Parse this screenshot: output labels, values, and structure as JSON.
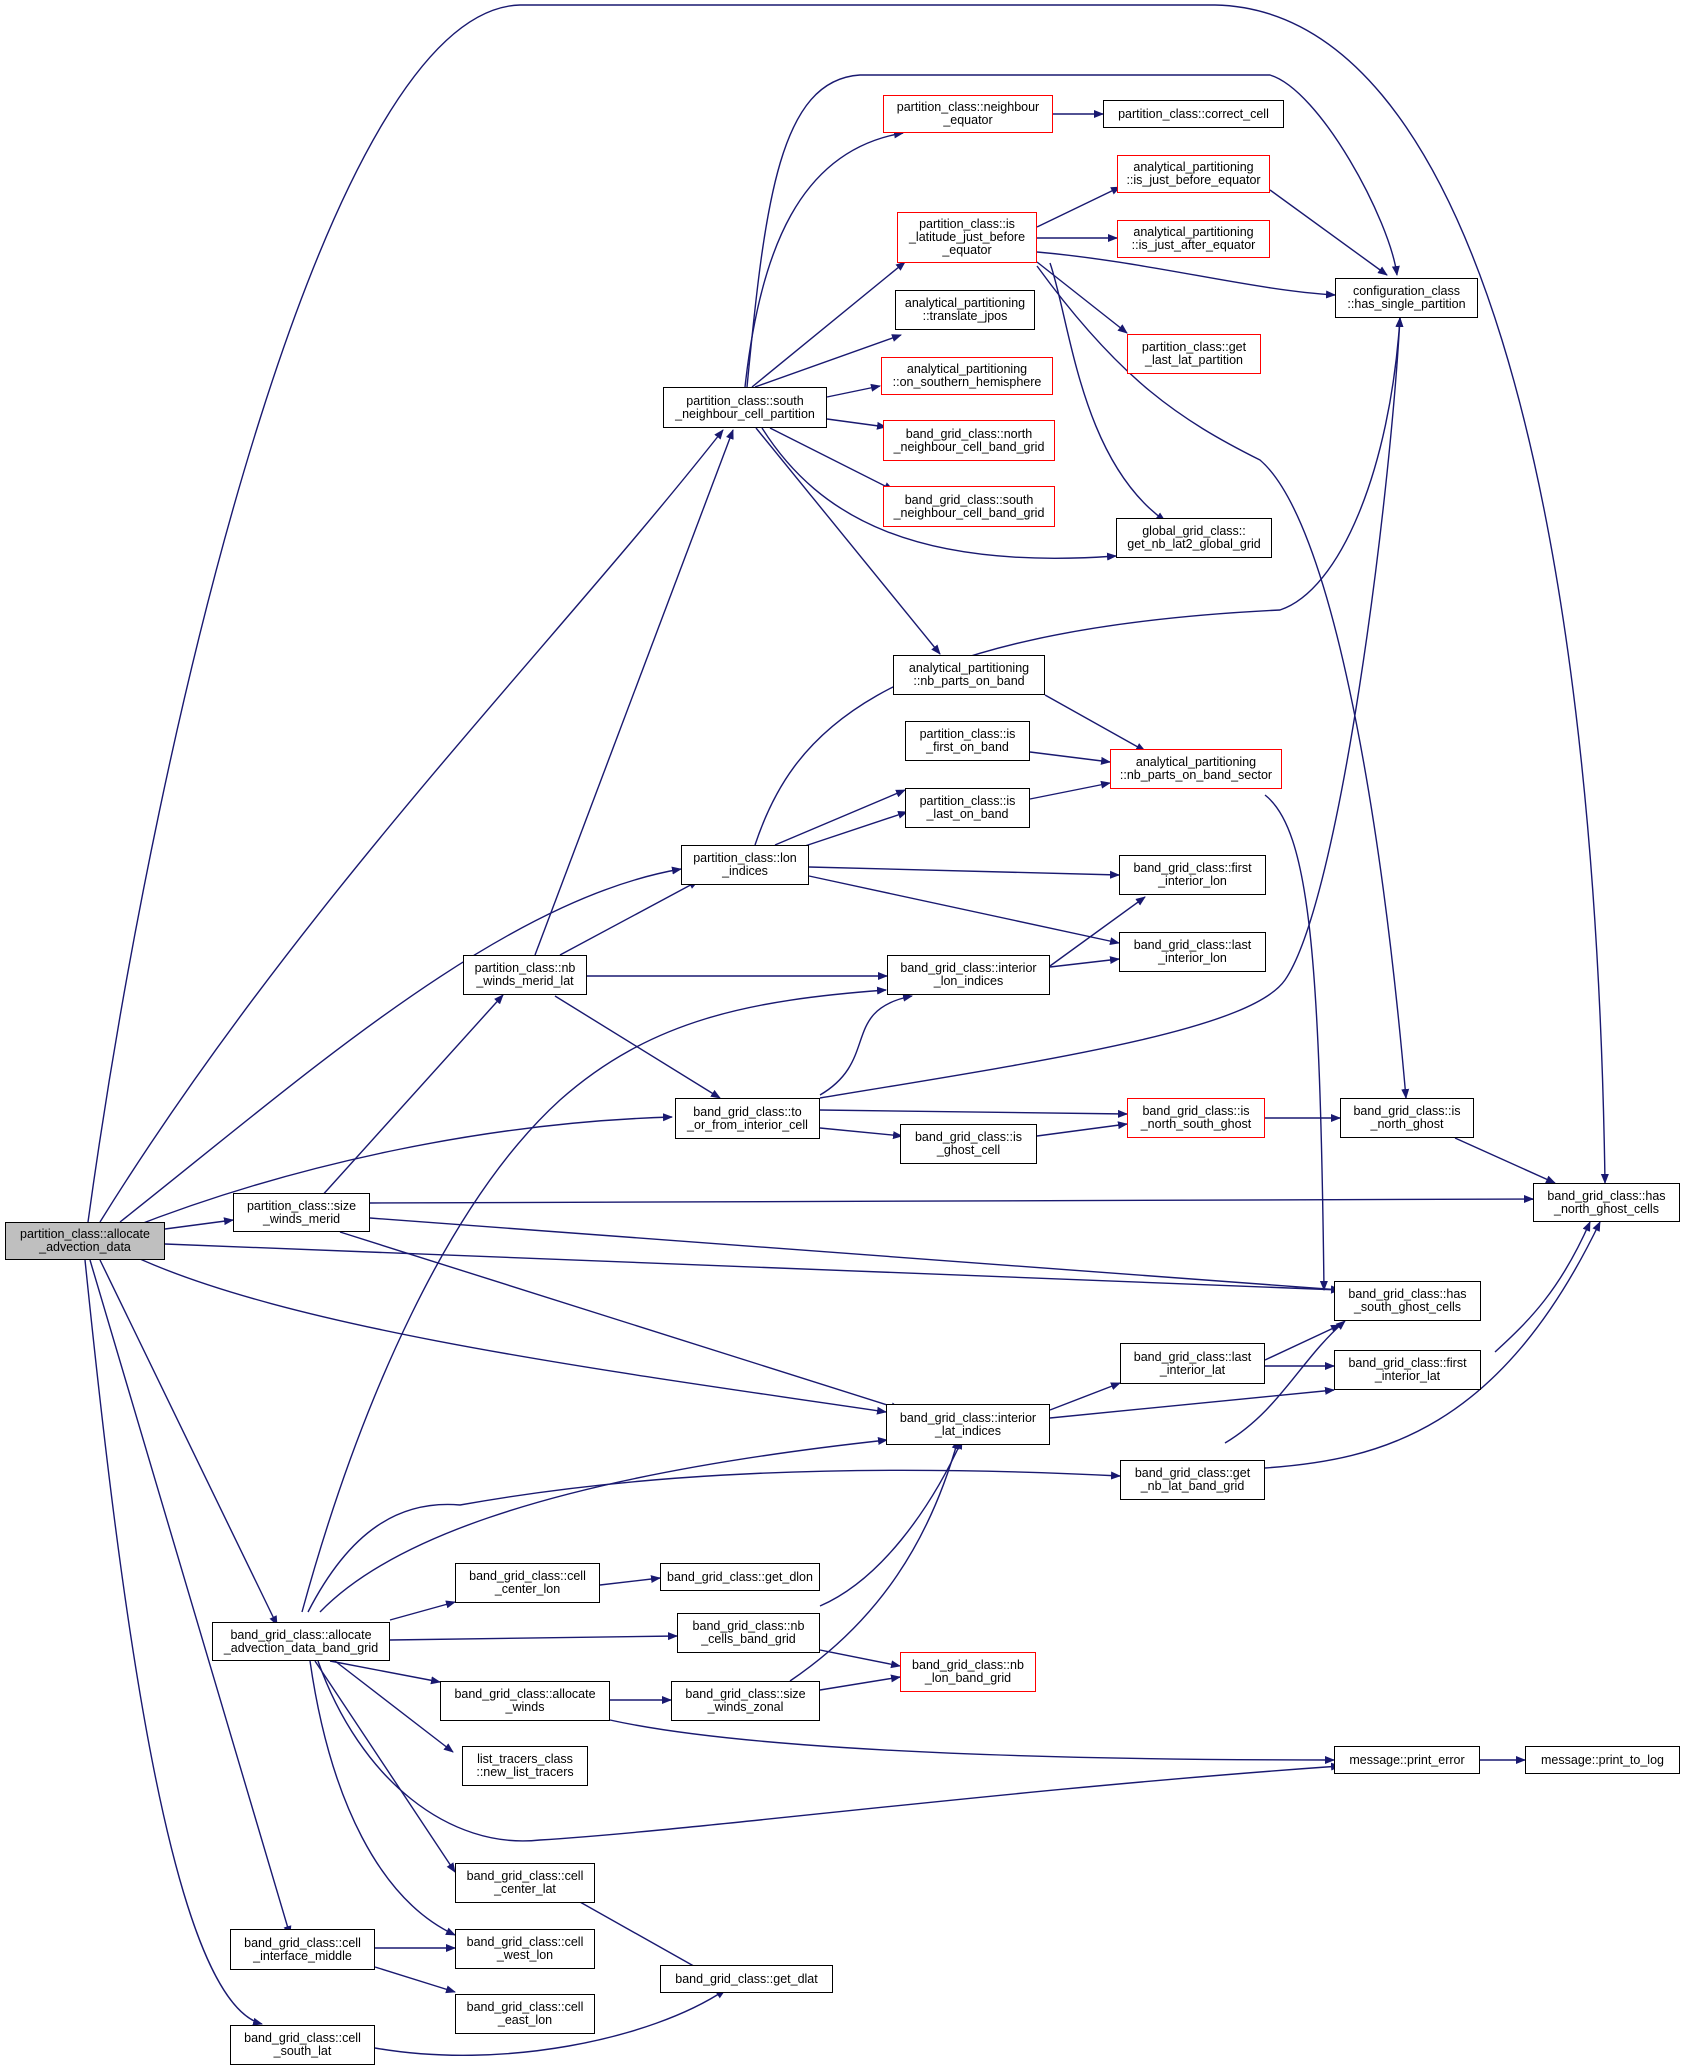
{
  "colors": {
    "edge": "#191970",
    "node_border": "#000000",
    "incomplete_border": "#ff0000",
    "root_fill": "#bfbfbf"
  },
  "nodes": {
    "root": [
      "partition_class::allocate",
      "_advection_data"
    ],
    "south_neigh": [
      "partition_class::south",
      "_neighbour_cell_partition"
    ],
    "neighbour_eq": [
      "partition_class::neighbour",
      "_equator"
    ],
    "correct_cell": [
      "partition_class::correct_cell"
    ],
    "is_lat_before": [
      "partition_class::is",
      "_latitude_just_before",
      "_equator"
    ],
    "is_just_before": [
      "analytical_partitioning",
      "::is_just_before_equator"
    ],
    "is_just_after": [
      "analytical_partitioning",
      "::is_just_after_equator"
    ],
    "has_single": [
      "configuration_class",
      "::has_single_partition"
    ],
    "translate_jpos": [
      "analytical_partitioning",
      "::translate_jpos"
    ],
    "get_last_lat": [
      "partition_class::get",
      "_last_lat_partition"
    ],
    "on_southern": [
      "analytical_partitioning",
      "::on_southern_hemisphere"
    ],
    "north_neigh_bg": [
      "band_grid_class::north",
      "_neighbour_cell_band_grid"
    ],
    "south_neigh_bg": [
      "band_grid_class::south",
      "_neighbour_cell_band_grid"
    ],
    "get_nb_lat2": [
      "global_grid_class::",
      "get_nb_lat2_global_grid"
    ],
    "nb_parts_band": [
      "analytical_partitioning",
      "::nb_parts_on_band"
    ],
    "is_first_band": [
      "partition_class::is",
      "_first_on_band"
    ],
    "nb_parts_sector": [
      "analytical_partitioning",
      "::nb_parts_on_band_sector"
    ],
    "is_last_band": [
      "partition_class::is",
      "_last_on_band"
    ],
    "lon_indices": [
      "partition_class::lon",
      "_indices"
    ],
    "first_int_lon": [
      "band_grid_class::first",
      "_interior_lon"
    ],
    "last_int_lon": [
      "band_grid_class::last",
      "_interior_lon"
    ],
    "nb_winds_merid": [
      "partition_class::nb",
      "_winds_merid_lat"
    ],
    "int_lon_idx": [
      "band_grid_class::interior",
      "_lon_indices"
    ],
    "to_from_int": [
      "band_grid_class::to",
      "_or_from_interior_cell"
    ],
    "is_ns_ghost": [
      "band_grid_class::is",
      "_north_south_ghost"
    ],
    "is_n_ghost": [
      "band_grid_class::is",
      "_north_ghost"
    ],
    "is_ghost_cell": [
      "band_grid_class::is",
      "_ghost_cell"
    ],
    "size_winds_merid": [
      "partition_class::size",
      "_winds_merid"
    ],
    "has_n_ghost": [
      "band_grid_class::has",
      "_north_ghost_cells"
    ],
    "has_s_ghost": [
      "band_grid_class::has",
      "_south_ghost_cells"
    ],
    "last_int_lat": [
      "band_grid_class::last",
      "_interior_lat"
    ],
    "first_int_lat": [
      "band_grid_class::first",
      "_interior_lat"
    ],
    "int_lat_idx": [
      "band_grid_class::interior",
      "_lat_indices"
    ],
    "get_nb_lat_bg": [
      "band_grid_class::get",
      "_nb_lat_band_grid"
    ],
    "cell_center_lon": [
      "band_grid_class::cell",
      "_center_lon"
    ],
    "get_dlon": [
      "band_grid_class::get_dlon"
    ],
    "nb_cells_bg": [
      "band_grid_class::nb",
      "_cells_band_grid"
    ],
    "alloc_adv_bg": [
      "band_grid_class::allocate",
      "_advection_data_band_grid"
    ],
    "nb_lon_bg": [
      "band_grid_class::nb",
      "_lon_band_grid"
    ],
    "alloc_winds": [
      "band_grid_class::allocate",
      "_winds"
    ],
    "size_winds_zonal": [
      "band_grid_class::size",
      "_winds_zonal"
    ],
    "new_list_tracers": [
      "list_tracers_class",
      "::new_list_tracers"
    ],
    "print_error": [
      "message::print_error"
    ],
    "print_to_log": [
      "message::print_to_log"
    ],
    "cell_center_lat": [
      "band_grid_class::cell",
      "_center_lat"
    ],
    "cell_interface_mid": [
      "band_grid_class::cell",
      "_interface_middle"
    ],
    "cell_west_lon": [
      "band_grid_class::cell",
      "_west_lon"
    ],
    "get_dlat": [
      "band_grid_class::get_dlat"
    ],
    "cell_east_lon": [
      "band_grid_class::cell",
      "_east_lon"
    ],
    "cell_south_lat": [
      "band_grid_class::cell",
      "_south_lat"
    ]
  }
}
